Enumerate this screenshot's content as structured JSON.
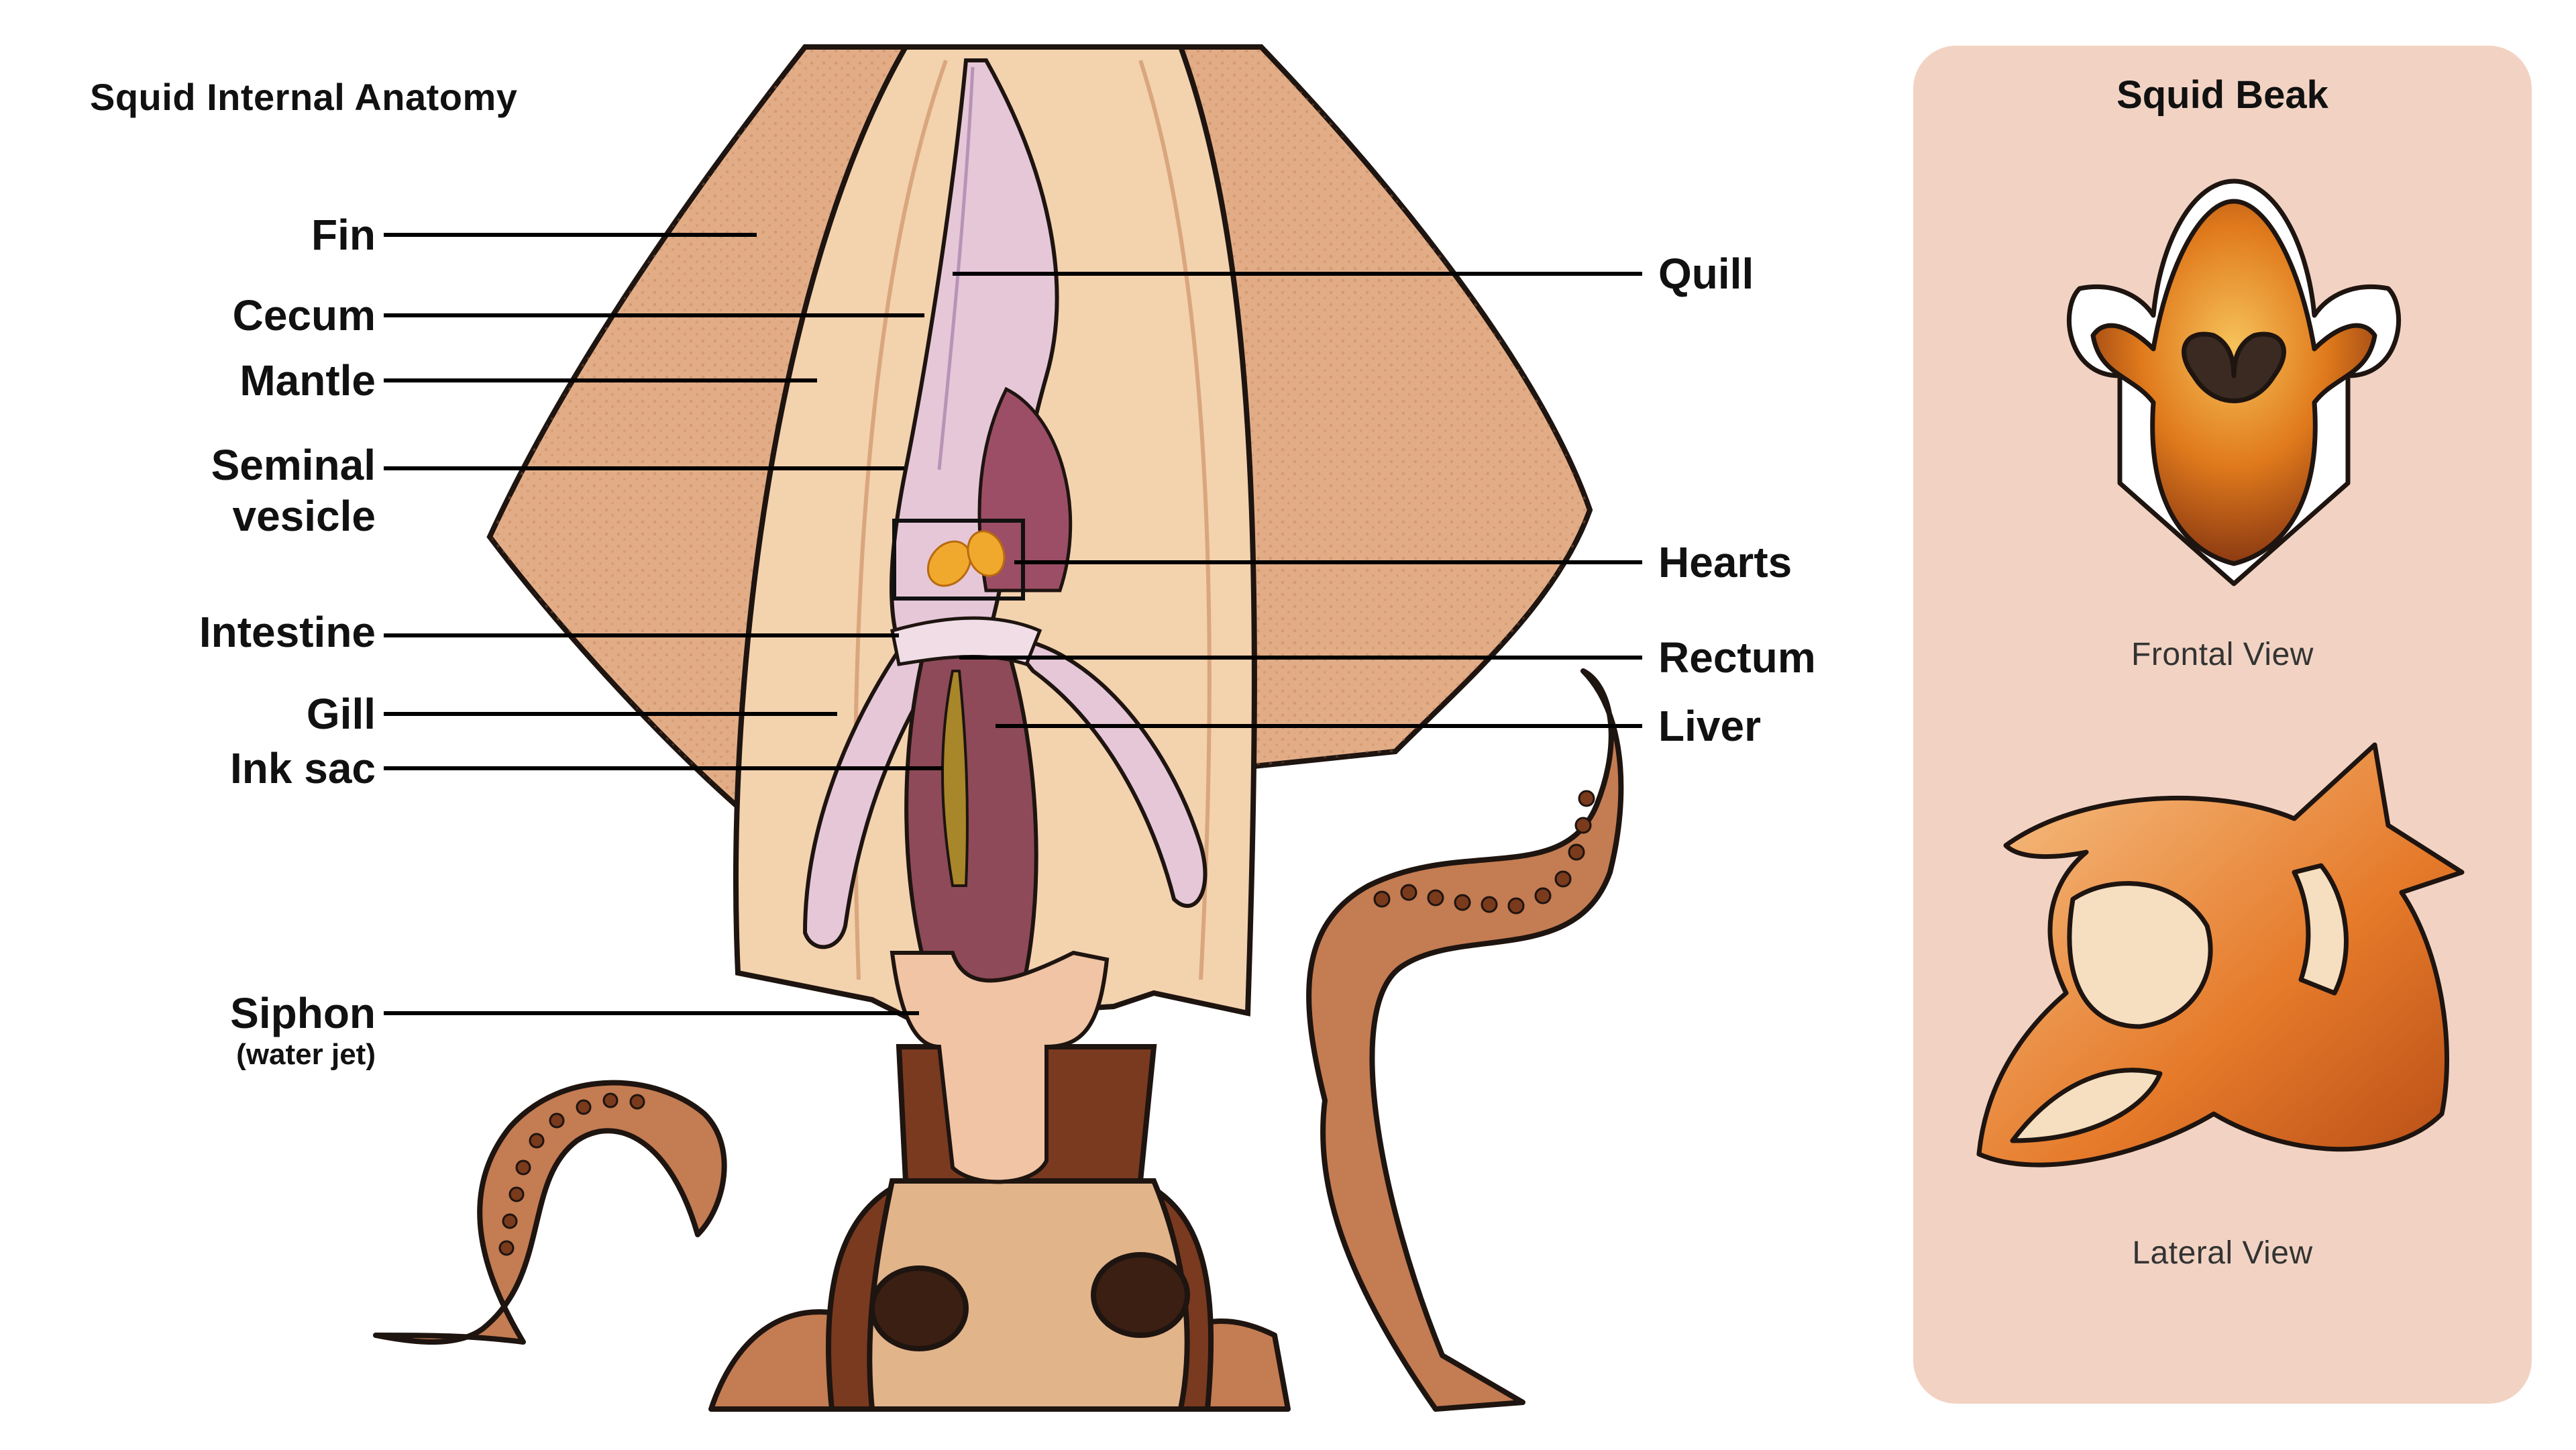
{
  "title": "Squid Internal Anatomy",
  "colors": {
    "panel_background": "#f2d3c3",
    "mantle": "#f3d2ae",
    "fin": "#e2ad86",
    "organ_pink": "#e6c7d8",
    "liver": "#8e4a58",
    "hearts": "#f0a92c",
    "tentacle": "#c47c52",
    "outline": "#1e1410",
    "leader_line": "#000000"
  },
  "labels_left": [
    {
      "id": "fin",
      "text": "Fin"
    },
    {
      "id": "cecum",
      "text": "Cecum"
    },
    {
      "id": "mantle",
      "text": "Mantle"
    },
    {
      "id": "seminal_vesicle",
      "line1": "Seminal",
      "line2": "vesicle"
    },
    {
      "id": "intestine",
      "text": "Intestine"
    },
    {
      "id": "gill",
      "text": "Gill"
    },
    {
      "id": "ink_sac",
      "text": "Ink sac"
    },
    {
      "id": "siphon",
      "text": "Siphon",
      "sub": "(water jet)"
    }
  ],
  "labels_right": [
    {
      "id": "quill",
      "text": "Quill"
    },
    {
      "id": "hearts",
      "text": "Hearts"
    },
    {
      "id": "rectum",
      "text": "Rectum"
    },
    {
      "id": "liver",
      "text": "Liver"
    }
  ],
  "beak_panel": {
    "title": "Squid Beak",
    "frontal_label": "Frontal View",
    "lateral_label": "Lateral View"
  }
}
